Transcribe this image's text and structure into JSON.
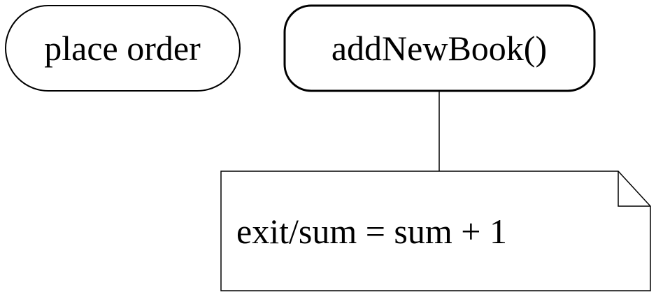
{
  "diagram": {
    "nodes": {
      "place_order": {
        "label": "place order"
      },
      "add_new_book": {
        "label": "addNewBook()"
      }
    },
    "note": {
      "text": "exit/sum = sum + 1"
    }
  },
  "colors": {
    "stroke": "#000000",
    "background": "#ffffff"
  }
}
